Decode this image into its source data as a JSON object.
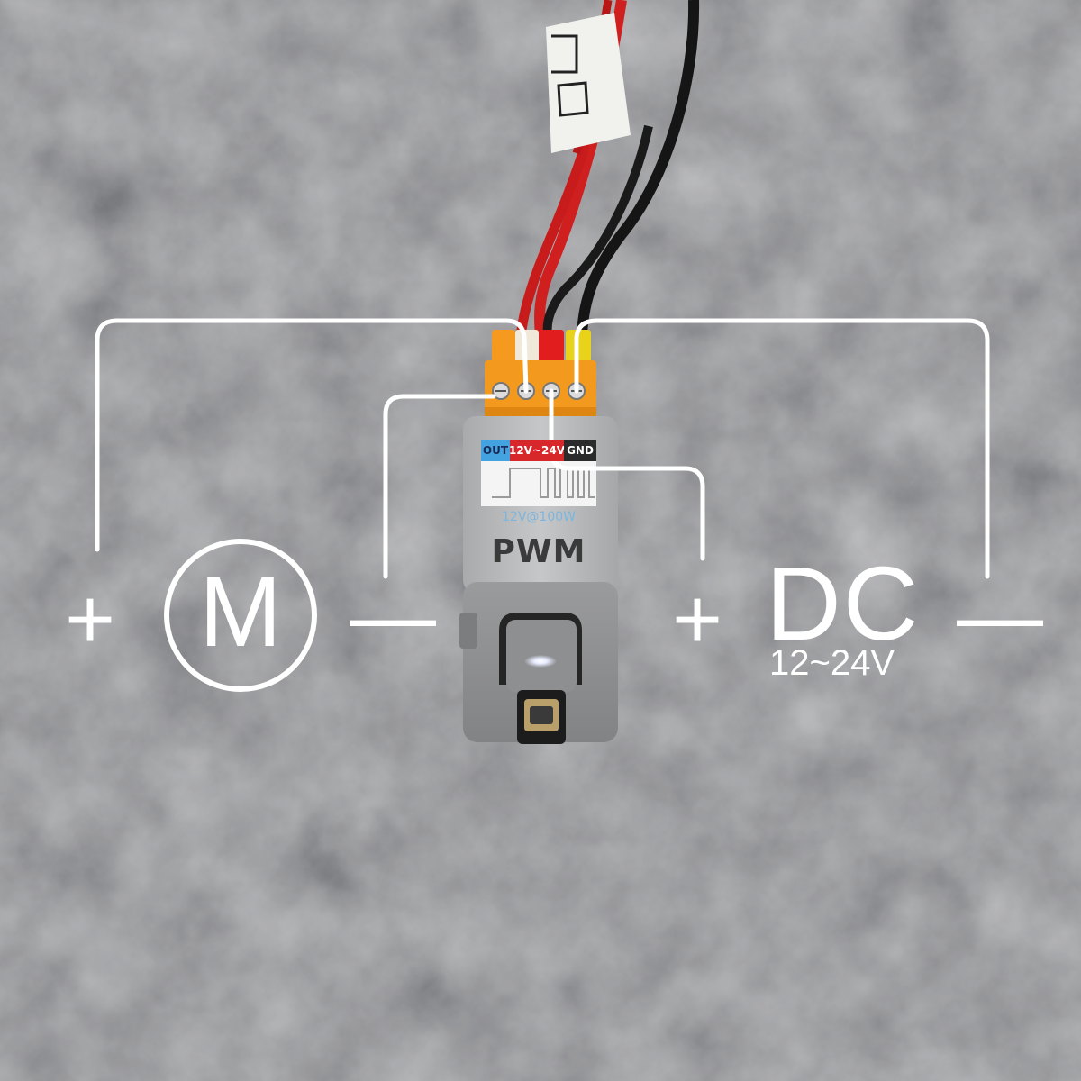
{
  "module": {
    "pin_labels": [
      "OUT",
      "12V~24V",
      "GND"
    ],
    "rating": "12V@100W",
    "name": "PWM"
  },
  "load": {
    "symbol_letter": "M",
    "plus": "+",
    "minus": "—"
  },
  "supply": {
    "label": "DC",
    "voltage": "12~24V",
    "plus": "+",
    "minus": "—"
  },
  "colors": {
    "background": "#6e6f72",
    "wire_overlay": "#ffffff",
    "terminal_block": "#f39a1e",
    "wire_red": "#d01f1f",
    "wire_black": "#151515",
    "wire_yellow": "#e9d21a",
    "module_body": "#b8b9bb",
    "module_lower": "#8d8e90",
    "tag_out": "#43a3e0",
    "tag_vin": "#d8272b",
    "tag_gnd": "#2b2b2b"
  }
}
